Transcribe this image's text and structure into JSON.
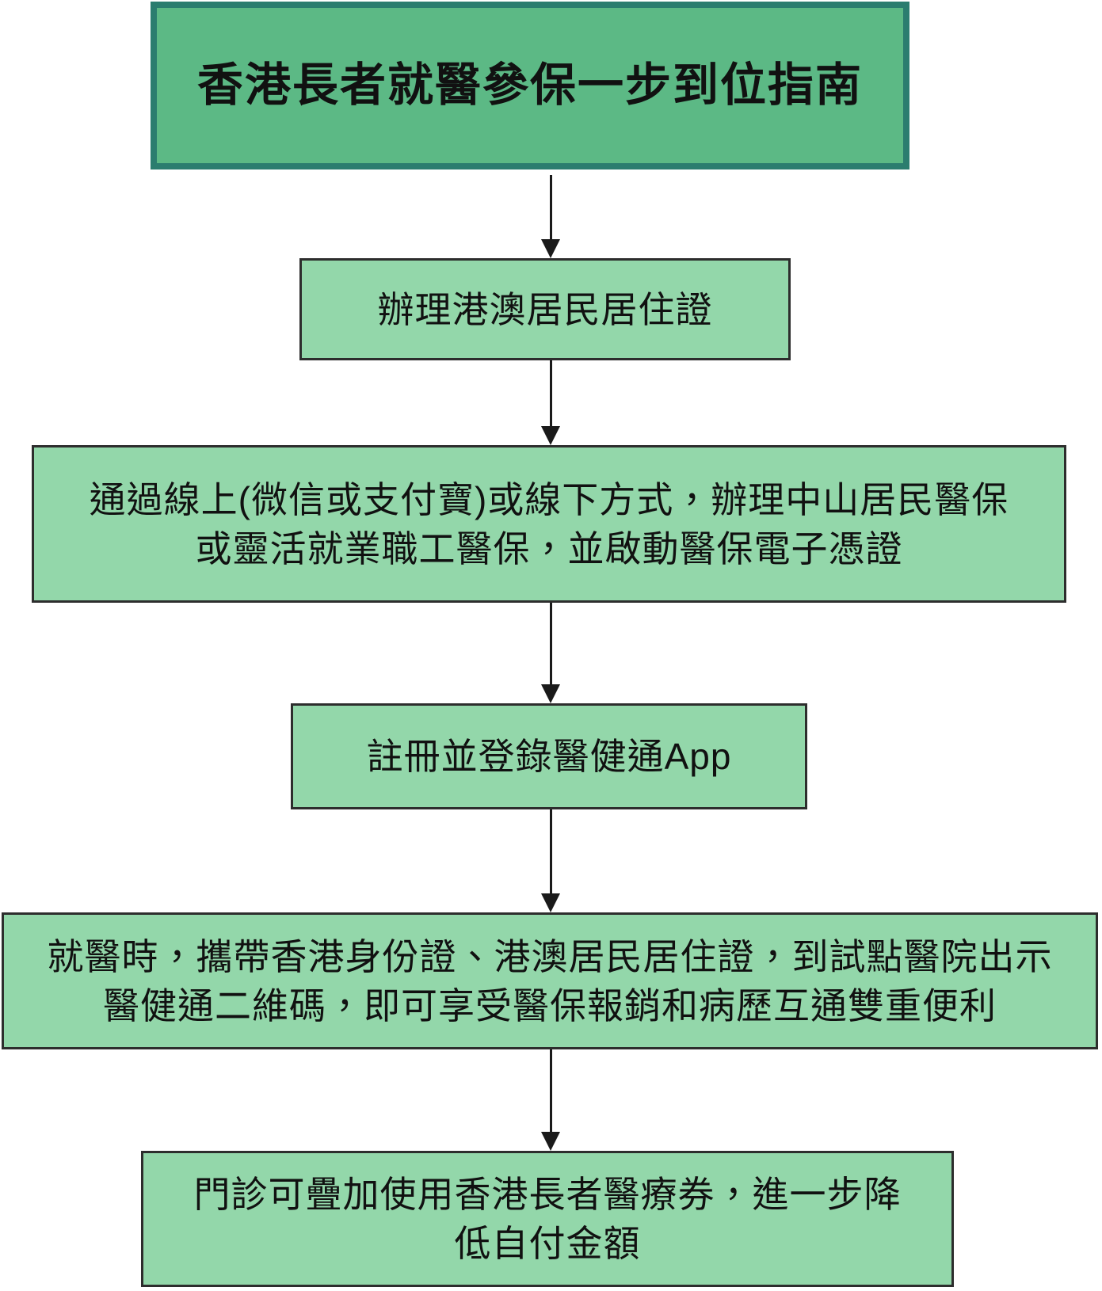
{
  "diagram": {
    "title": {
      "text": "香港長者就醫參保一步到位指南"
    },
    "steps": [
      {
        "id": 1,
        "lines": {
          "0": "辦理港澳居民居住證"
        }
      },
      {
        "id": 2,
        "lines": {
          "0": "通過線上(微信或支付寶)或線下方式，辦理中山居民醫保",
          "1": "或靈活就業職工醫保，並啟動醫保電子憑證"
        }
      },
      {
        "id": 3,
        "lines": {
          "0": "註冊並登錄醫健通App"
        }
      },
      {
        "id": 4,
        "lines": {
          "0": "就醫時，攜帶香港身份證、港澳居民居住證，到試點醫院出示",
          "1": "醫健通二維碼，即可享受醫保報銷和病歷互通雙重便利"
        }
      },
      {
        "id": 5,
        "lines": {
          "0": "門診可疊加使用香港長者醫療券，進一步降",
          "1": "低自付金額"
        }
      }
    ],
    "colors": {
      "background": "#ffffff",
      "title_fill": "#5cb985",
      "title_border": "#2b7d6f",
      "step_fill": "#93d7aa",
      "step_border": "#2d2d2d",
      "arrow": "#1a1a1a",
      "text": "#111111"
    }
  }
}
